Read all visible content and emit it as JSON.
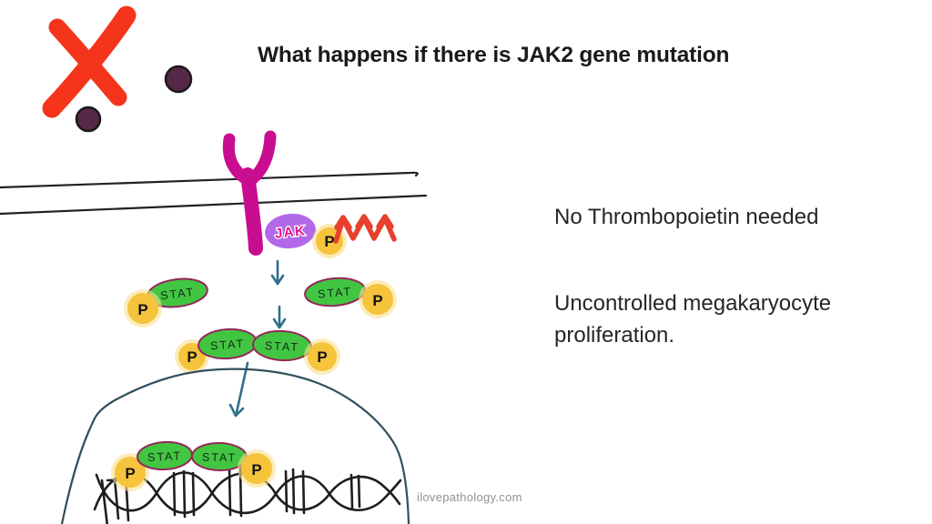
{
  "slide": {
    "title": "What happens if there is JAK2 gene mutation",
    "annotations": {
      "no_tpo": "No Thrombopoietin needed",
      "proliferation": "Uncontrolled megakaryocyte proliferation."
    },
    "watermark": "ilovepathology.com"
  },
  "diagram": {
    "jak_label": "JAK",
    "stat_label": "STAT",
    "phosphate_label": "P",
    "icons": {
      "red_cross": "crossed-out ligand mark",
      "plum_dots": "thrombopoietin molecules",
      "y_receptor": "thrombopoietin receptor (MPL)",
      "membrane": "cell membrane double line",
      "zigzag": "mutation activation zigzag",
      "down_arrows": "signal cascade arrows",
      "nucleus": "nucleus outline",
      "dna": "DNA double helix"
    }
  },
  "colors": {
    "title_text": "#1a1a1a",
    "body_text": "#262626",
    "watermark_text": "#929292",
    "cross_red": "#f5341c",
    "tpo_plum": "#552847",
    "receptor_magenta": "#c90d90",
    "jak_purple": "#b269e8",
    "jak_text_pink": "#e6138c",
    "phosphate_yellow": "#f5c33c",
    "phosphate_halo": "#fadf8e",
    "stat_green": "#42c642",
    "stat_outline": "#93285a",
    "arrow_teal": "#2f6e8c",
    "zigzag_red": "#e8402e",
    "nucleus_outline": "#334f5e",
    "ink": "#1e1e1e"
  }
}
